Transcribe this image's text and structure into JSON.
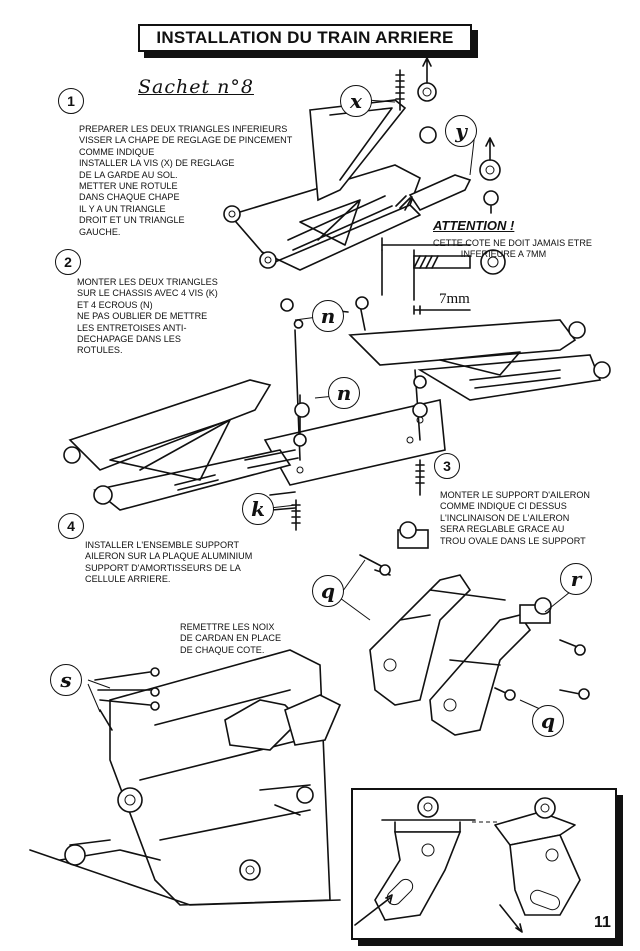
{
  "title": "INSTALLATION DU TRAIN ARRIERE",
  "subtitle": "Sachet n°8",
  "steps": [
    {
      "number": "1",
      "text": "PREPARER LES DEUX TRIANGLES INFERIEURS\nVISSER LA CHAPE DE REGLAGE DE PINCEMENT\nCOMME INDIQUE\nINSTALLER LA VIS (x) DE REGLAGE\nDE LA GARDE AU SOL.\nMETTER UNE ROTULE\nDANS CHAQUE CHAPE\nIL Y A UN TRIANGLE\nDROIT ET UN TRIANGLE\nGAUCHE."
    },
    {
      "number": "2",
      "text": "MONTER LES DEUX TRIANGLES\nSUR LE CHASSIS AVEC 4 VIS (k)\nET 4 ECROUS (n)\nNE PAS OUBLIER DE METTRE\nLES ENTRETOISES ANTI-\nDECHAPAGE DANS LES\nROTULES."
    },
    {
      "number": "3",
      "text": "MONTER LE SUPPORT D'AILERON\nCOMME INDIQUE CI DESSUS\nL'INCLINAISON DE L'AILERON\nSERA REGLABLE GRACE AU\nTROU OVALE DANS LE SUPPORT"
    },
    {
      "number": "4",
      "text": "INSTALLER L'ENSEMBLE SUPPORT\nAILERON SUR LA PLAQUE ALUMINIUM\nSUPPORT D'AMORTISSEURS DE LA\nCELLULE ARRIERE."
    }
  ],
  "note_cardan": "REMETTRE LES NOIX\nDE CARDAN EN PLACE\nDE CHAQUE COTE.",
  "attention": {
    "heading": "ATTENTION !",
    "text": "CETTE COTE NE DOIT JAMAIS ETRE\n           INFERIEURE A 7mm"
  },
  "dimension": "7mm",
  "part_labels": {
    "x": "x",
    "y": "y",
    "n1": "n",
    "n2": "n",
    "k": "k",
    "q1": "q",
    "q2": "q",
    "r": "r",
    "s": "s"
  },
  "page_number": "11"
}
